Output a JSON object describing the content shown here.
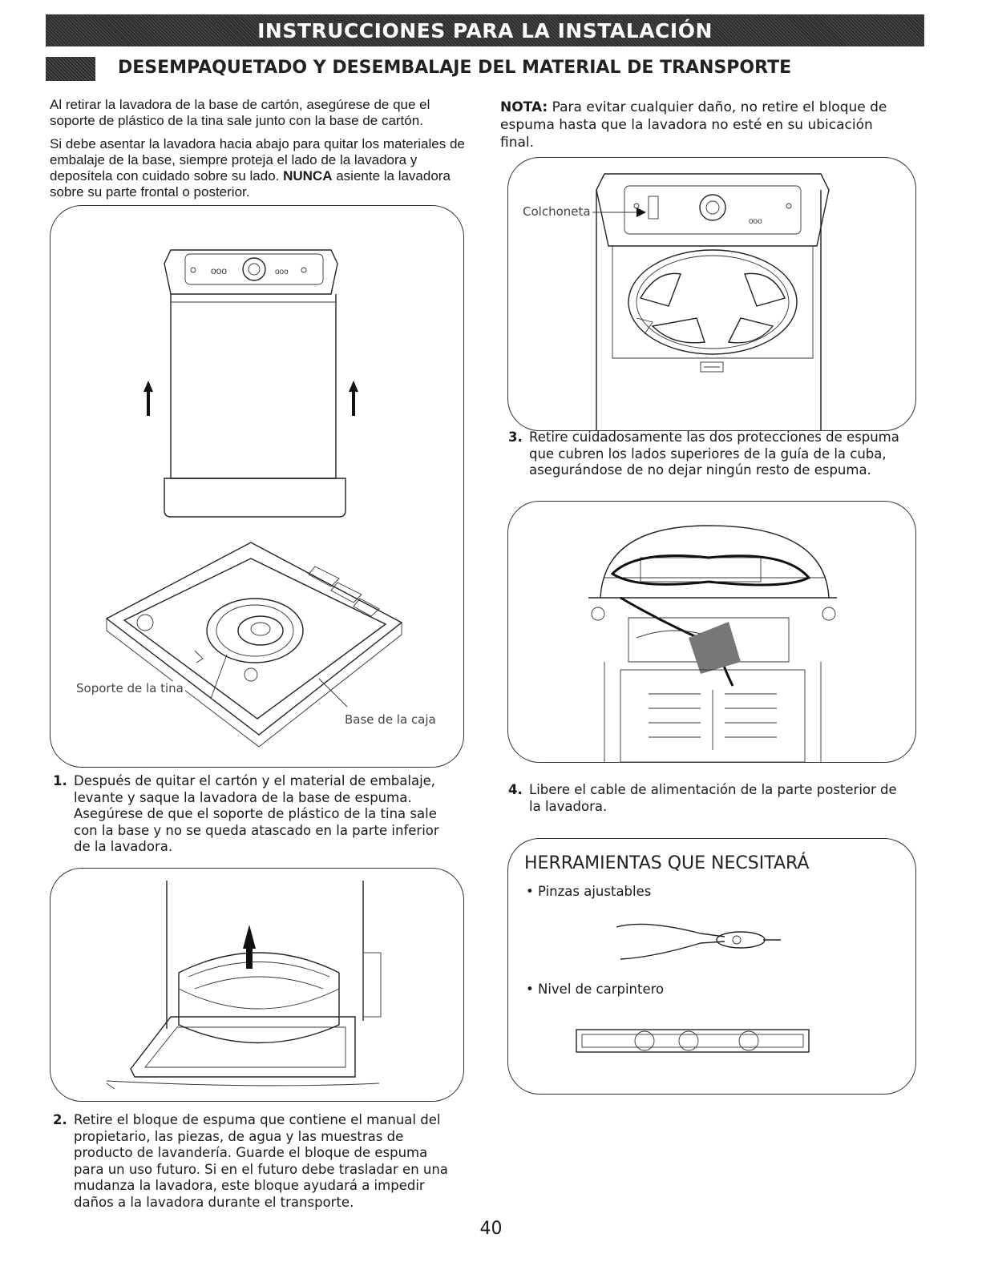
{
  "header": {
    "banner": "INSTRUCCIONES PARA LA INSTALACIÓN",
    "section_title": "DESEMPAQUETADO Y DESEMBALAJE DEL MATERIAL DE TRANSPORTE"
  },
  "intro": {
    "p1": "Al retirar la lavadora de la base de cartón, asegúrese de que el soporte de plástico de la tina sale junto con la base de cartón.",
    "p2_before": "Si debe asentar la lavadora hacia abajo para quitar los materiales de embalaje de la base, siempre proteja el lado de la lavadora y deposítela con cuidado sobre su lado. ",
    "p2_bold": "NUNCA",
    "p2_after": " asiente la lavadora sobre su parte frontal o posterior."
  },
  "note": {
    "label": "NOTA:",
    "text": " Para evitar cualquier daño, no retire el bloque de espuma hasta que la lavadora no esté en su ubicación final."
  },
  "figures": {
    "fig1_label_support": "Soporte de la tina",
    "fig1_label_base": "Base de la caja",
    "fig_pad_label": "Colchoneta"
  },
  "steps": [
    {
      "num": "1.",
      "text": "Después de quitar el cartón y el material de embalaje, levante y saque la lavadora de la base de espuma. Asegúrese de que el soporte de plástico de la tina sale con la base y no se queda atascado en la parte inferior de la lavadora."
    },
    {
      "num": "2.",
      "text": "Retire el bloque de espuma que contiene el manual del propietario, las piezas, de agua y las muestras de producto de lavandería. Guarde el bloque de espuma para un uso futuro. Si en el futuro debe trasladar en una mudanza la lavadora, este bloque ayudará a impedir daños a la lavadora durante el transporte."
    },
    {
      "num": "3.",
      "text": "Retire cuidadosamente las dos protecciones de espuma que cubren los lados superiores de la guía de la cuba, asegurándose de no dejar ningún resto de espuma."
    },
    {
      "num": "4.",
      "text": "Libere el cable de alimentación de la parte posterior de la lavadora."
    }
  ],
  "tools": {
    "title": "HERRAMIENTAS QUE NECSITARÁ",
    "items": [
      "• Pinzas ajustables",
      "• Nivel de carpintero"
    ]
  },
  "page_number": "40"
}
